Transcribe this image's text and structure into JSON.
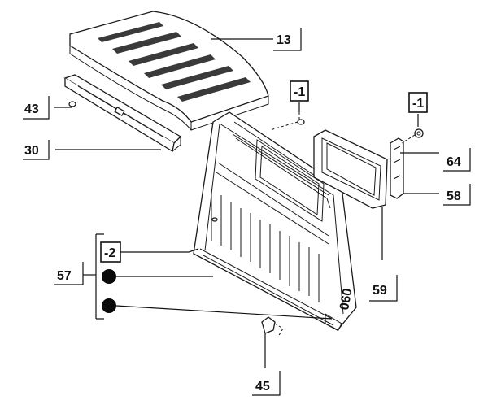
{
  "callouts": {
    "c13": "13",
    "c43": "43",
    "c30": "30",
    "cm1a": "-1",
    "cm1b": "-1",
    "c64": "64",
    "c58": "58",
    "cm2": "-2",
    "c57": "57",
    "c59": "59",
    "c45": "45"
  },
  "stamp": "060"
}
